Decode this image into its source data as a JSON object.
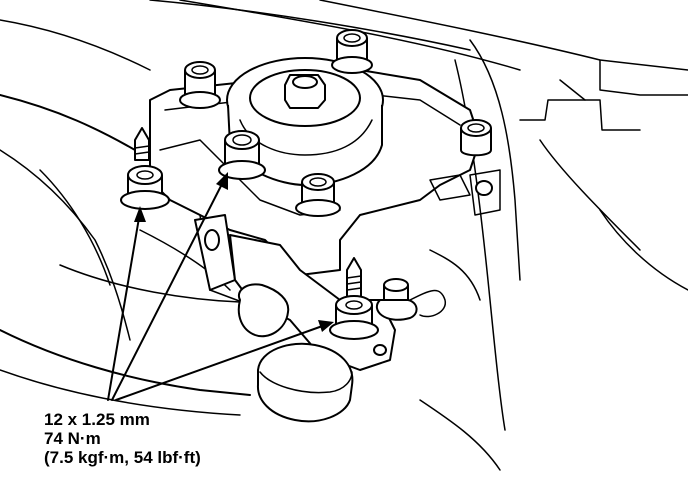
{
  "callout": {
    "size": "12 x 1.25 mm",
    "torque_nm": "74 N·m",
    "torque_alt": "(7.5 kgf·m, 54 lbf·ft)"
  },
  "diagram": {
    "subject": "engine-mount-bracket",
    "fasteners": [
      "bolt",
      "bolt",
      "bolt",
      "bolt",
      "bolt",
      "nut",
      "nut",
      "nut",
      "bolt"
    ]
  }
}
